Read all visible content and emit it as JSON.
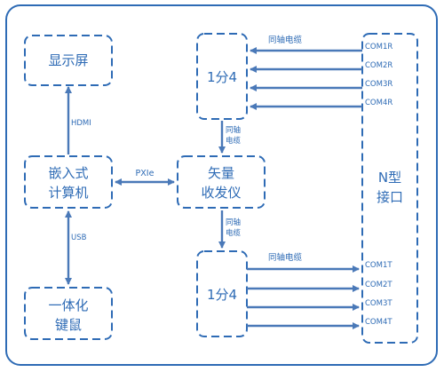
{
  "colors": {
    "stroke": "#2e6bb5",
    "text": "#2e6bb5"
  },
  "boxes": {
    "display": "显示屏",
    "computer": [
      "嵌入式",
      "计算机"
    ],
    "keyboard": [
      "一体化",
      "键鼠"
    ],
    "vna": [
      "矢量",
      "收发仪"
    ],
    "splitter_top": "1分4",
    "splitter_bottom": "1分4",
    "nport": [
      "N型",
      "接口"
    ]
  },
  "links": {
    "hdmi": "HDMI",
    "usb": "USB",
    "pxie": "PXIe",
    "coax_top": "同轴电缆",
    "coax_mid1": [
      "同轴",
      "电缆"
    ],
    "coax_mid2": [
      "同轴",
      "电缆"
    ],
    "coax_bottom": "同轴电缆"
  },
  "ports_r": [
    "COM1R",
    "COM2R",
    "COM3R",
    "COM4R"
  ],
  "ports_t": [
    "COM1T",
    "COM2T",
    "COM3T",
    "COM4T"
  ]
}
